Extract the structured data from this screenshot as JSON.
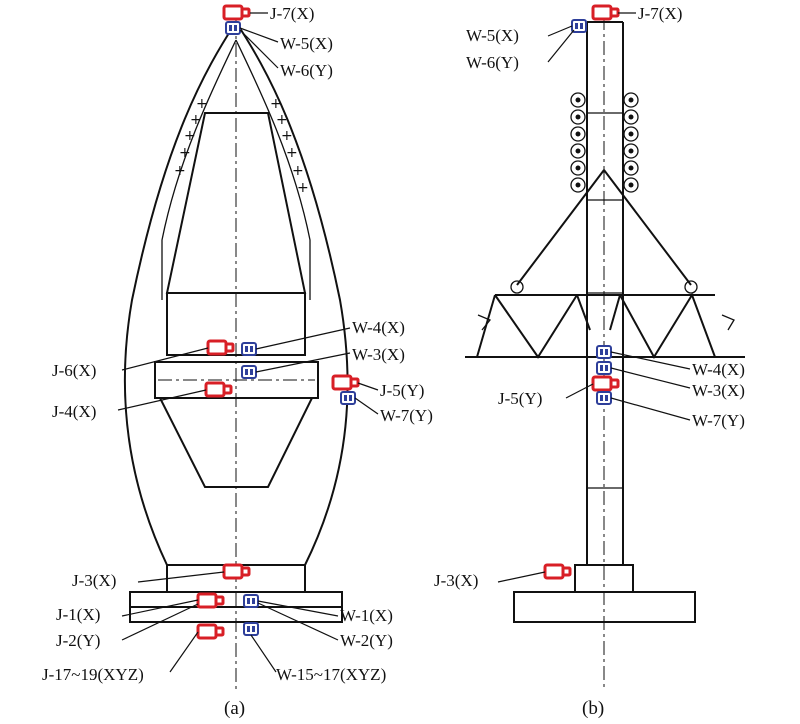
{
  "colors": {
    "accelerometer_sensor": "#d81f26",
    "strain_sensor": "#2e3f9a",
    "line": "#111111"
  },
  "panel_a": {
    "caption": "(a)",
    "labels": {
      "j7": "J-7(X)",
      "w5": "W-5(X)",
      "w6": "W-6(Y)",
      "w4": "W-4(X)",
      "w3": "W-3(X)",
      "j6": "J-6(X)",
      "j4": "J-4(X)",
      "j5": "J-5(Y)",
      "w7": "W-7(Y)",
      "j3": "J-3(X)",
      "j1": "J-1(X)",
      "j2": "J-2(Y)",
      "j17": "J-17~19(XYZ)",
      "w1": "W-1(X)",
      "w2": "W-2(Y)",
      "w15": "W-15~17(XYZ)"
    }
  },
  "panel_b": {
    "caption": "(b)",
    "labels": {
      "w5": "W-5(X)",
      "w6": "W-6(Y)",
      "j7": "J-7(X)",
      "w4": "W-4(X)",
      "w3": "W-3(X)",
      "j5": "J-5(Y)",
      "w7": "W-7(Y)",
      "j3": "J-3(X)"
    }
  }
}
